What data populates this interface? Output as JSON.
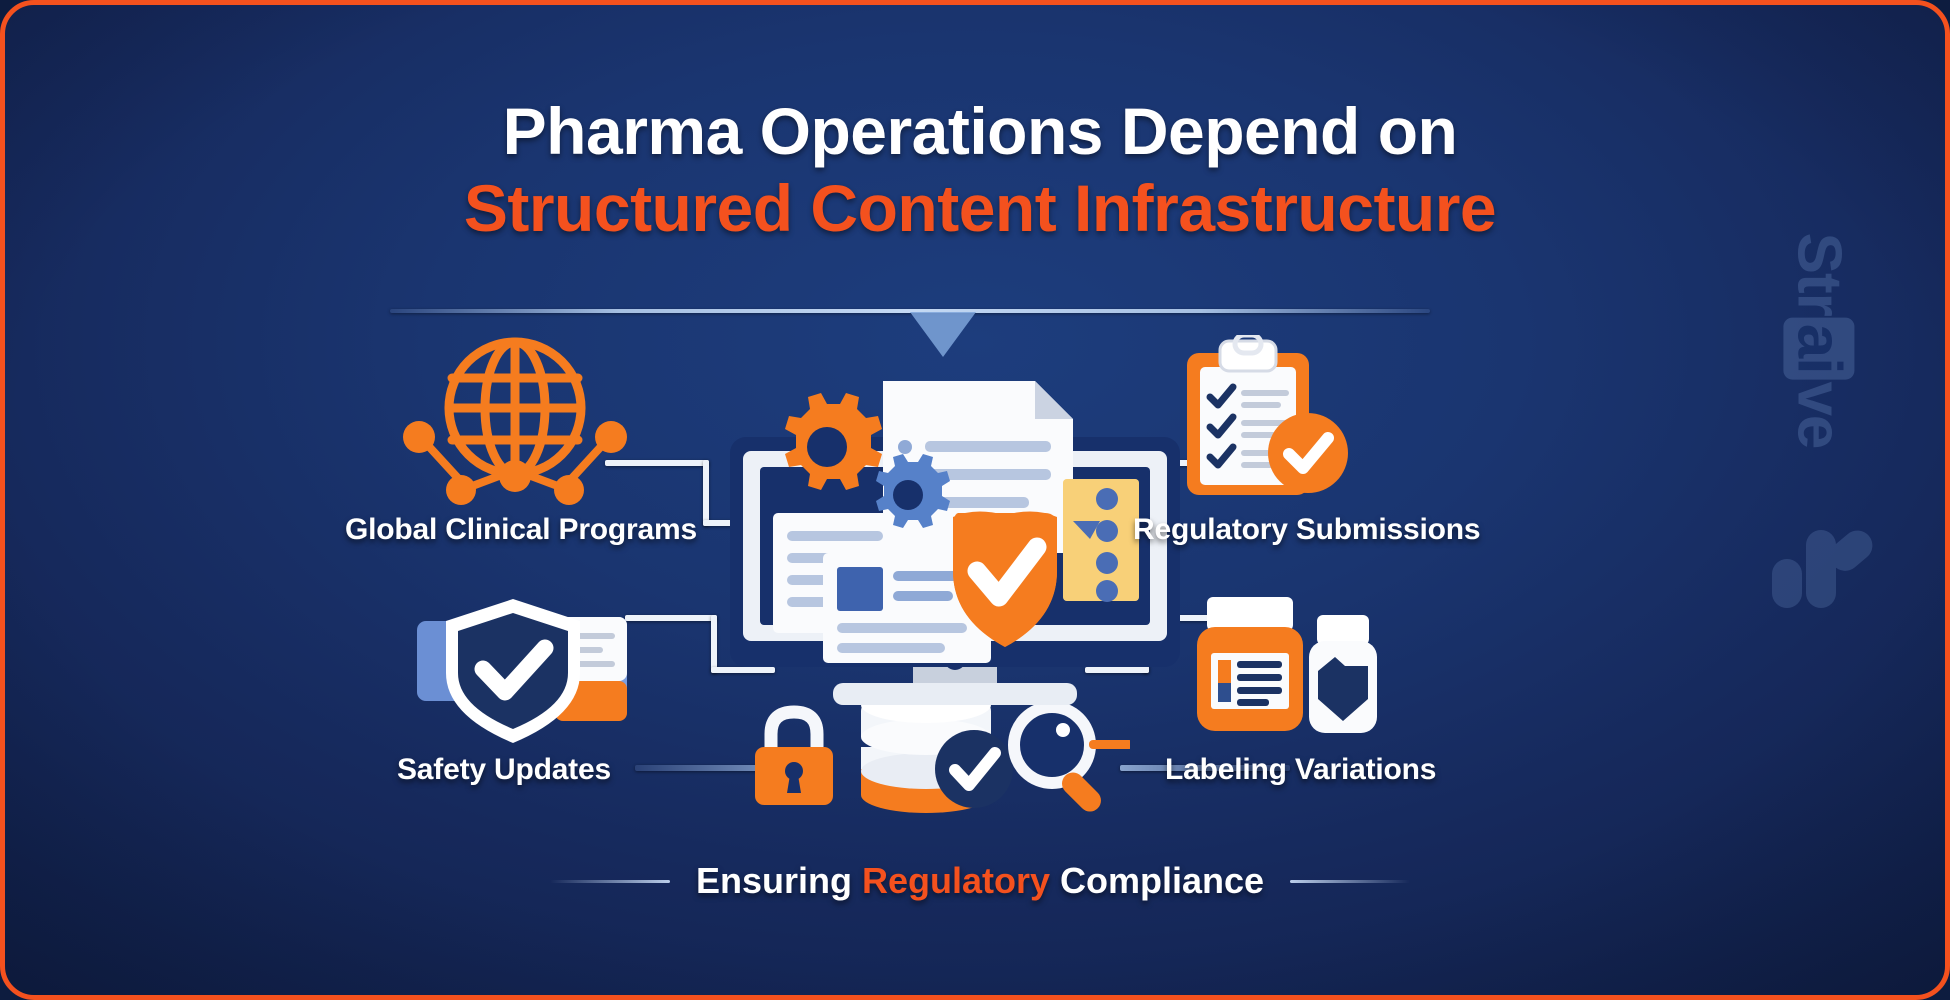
{
  "graphic": {
    "title_line1": "Pharma Operations Depend on",
    "title_line2": "Structured Content Infrastructure",
    "tagline_pre": "Ensuring ",
    "tagline_highlight": "Regulatory",
    "tagline_post": " Compliance",
    "colors": {
      "background_navy": "#16295c",
      "background_navy_light": "#1d3d7d",
      "accent_orange": "#F4511E",
      "icon_orange": "#F57C1F",
      "text_white": "#FFFFFF",
      "divider_blue": "#BED7F5",
      "card_blue": "#6B8FD4",
      "deep_navy": "#1B3263"
    },
    "watermark": {
      "text_pre": "Str",
      "text_boxed": "ai",
      "text_post": "ve",
      "mark": "straive-logo-mark"
    },
    "nodes": [
      {
        "id": "global-clinical-programs",
        "label": "Global Clinical Programs",
        "icon": "globe-network-icon",
        "position": "top-left"
      },
      {
        "id": "regulatory-submissions",
        "label": "Regulatory Submissions",
        "icon": "clipboard-checklist-icon",
        "position": "top-right"
      },
      {
        "id": "safety-updates",
        "label": "Safety Updates",
        "icon": "shield-check-cards-icon",
        "position": "bottom-left"
      },
      {
        "id": "labeling-variations",
        "label": "Labeling Variations",
        "icon": "pill-bottles-icon",
        "position": "bottom-right"
      }
    ],
    "center": {
      "icon": "desktop-monitor-documents-icon",
      "sub_icons": [
        "padlock-icon",
        "database-check-icon",
        "magnifying-glass-icon"
      ]
    }
  }
}
